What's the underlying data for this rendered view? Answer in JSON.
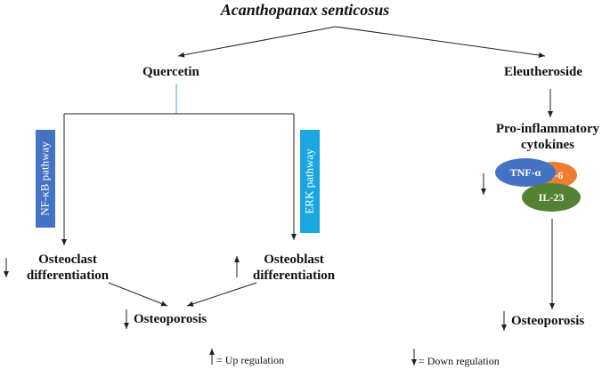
{
  "title": "Acanthopanax senticosus",
  "left_branch": {
    "compound": "Quercetin",
    "pathway_left": "NF-κB pathway",
    "pathway_right": "ERK pathway",
    "outcome_left_line1": "Osteoclast",
    "outcome_left_line2": "differentiation",
    "outcome_right_line1": "Osteoblast",
    "outcome_right_line2": "differentiation",
    "disease": "Osteoporosis"
  },
  "right_branch": {
    "compound": "Eleutheroside",
    "cytokines_line1": "Pro-inflammatory",
    "cytokines_line2": "cytokines",
    "cytokine_items": [
      "TNF-α",
      "IL-6",
      "IL-23"
    ],
    "disease": "Osteoporosis"
  },
  "legend": {
    "up": "= Up regulation",
    "down": "= Down regulation"
  },
  "colors": {
    "nfkb": "#4472c4",
    "erk": "#1aa7e0",
    "tnf": "#4472c4",
    "il6": "#ed7d31",
    "il23": "#548235",
    "line": "#222222",
    "connector": "#5b9bd5"
  }
}
